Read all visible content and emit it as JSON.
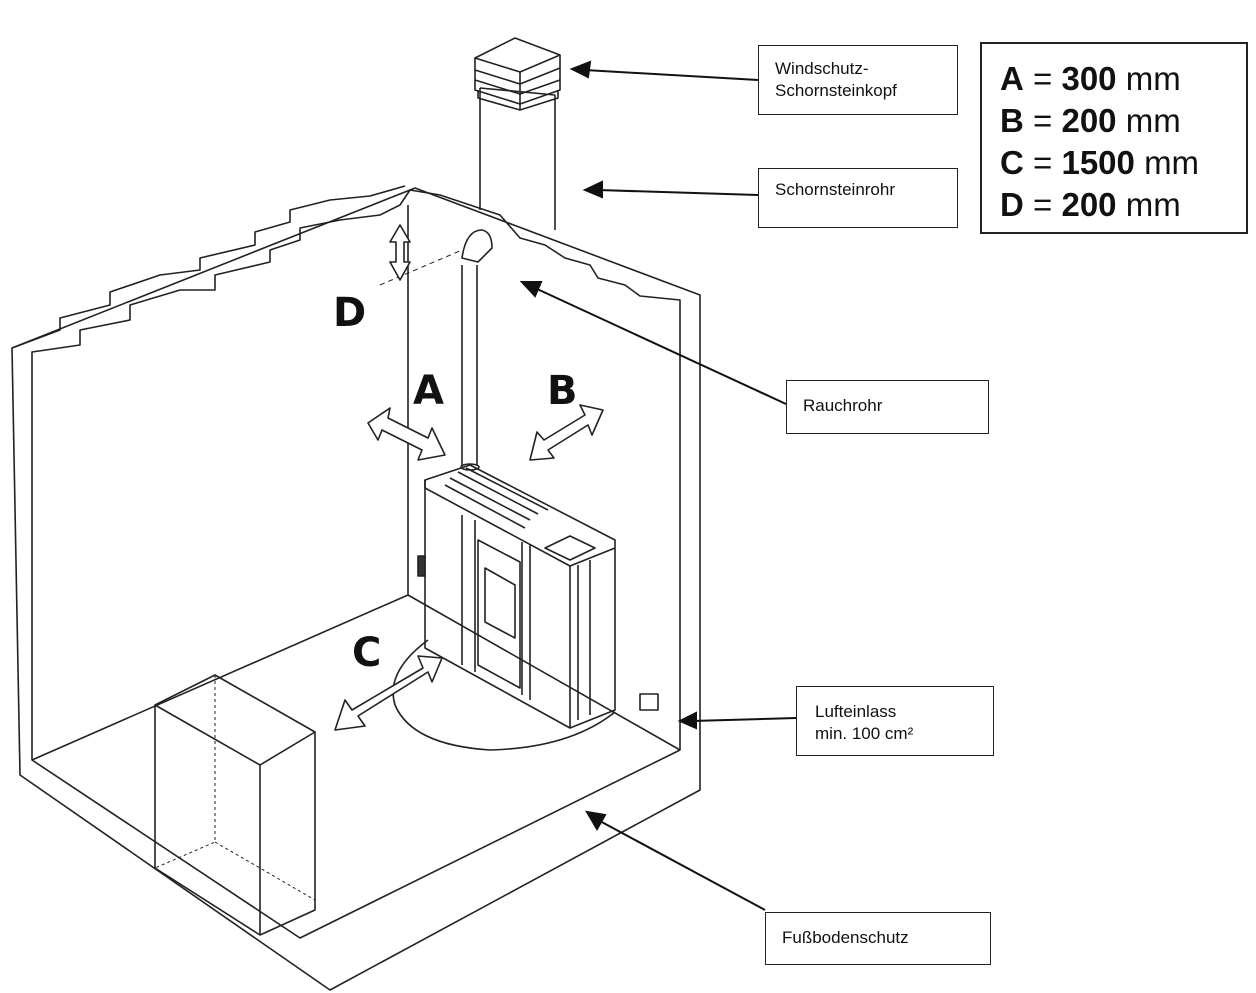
{
  "labels": {
    "windschutz": [
      "Windschutz-",
      "Schornsteinkopf"
    ],
    "schornsteinrohr": "Schornsteinrohr",
    "rauchrohr": "Rauchrohr",
    "lufteinlass": [
      "Lufteinlass",
      "min. 100 cm²"
    ],
    "fussbodenschutz": "Fußbodenschutz"
  },
  "legend": [
    {
      "key": "A",
      "eq": "=",
      "value": "300",
      "unit": "mm"
    },
    {
      "key": "B",
      "eq": "=",
      "value": "200",
      "unit": "mm"
    },
    {
      "key": "C",
      "eq": "=",
      "value": "1500",
      "unit": "mm"
    },
    {
      "key": "D",
      "eq": "=",
      "value": "200",
      "unit": "mm"
    }
  ],
  "distance_letters": {
    "a": "A",
    "b": "B",
    "c": "C",
    "d": "D"
  }
}
